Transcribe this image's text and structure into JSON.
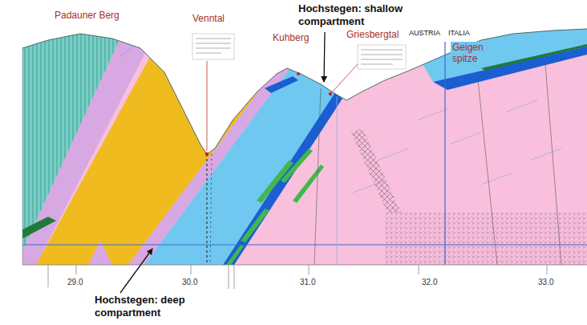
{
  "diagram": {
    "labels": [
      "Hochstegen: shallow compartment",
      "Padauner Berg",
      "Venntal",
      "Kuhberg",
      "Griesbergtal",
      "AUSTRIA",
      "ITALIA",
      "Geigen spitze",
      "29.0",
      "30.0",
      "31.0",
      "32.0",
      "33.0",
      "Hochstegen: deep compartment"
    ]
  }
}
